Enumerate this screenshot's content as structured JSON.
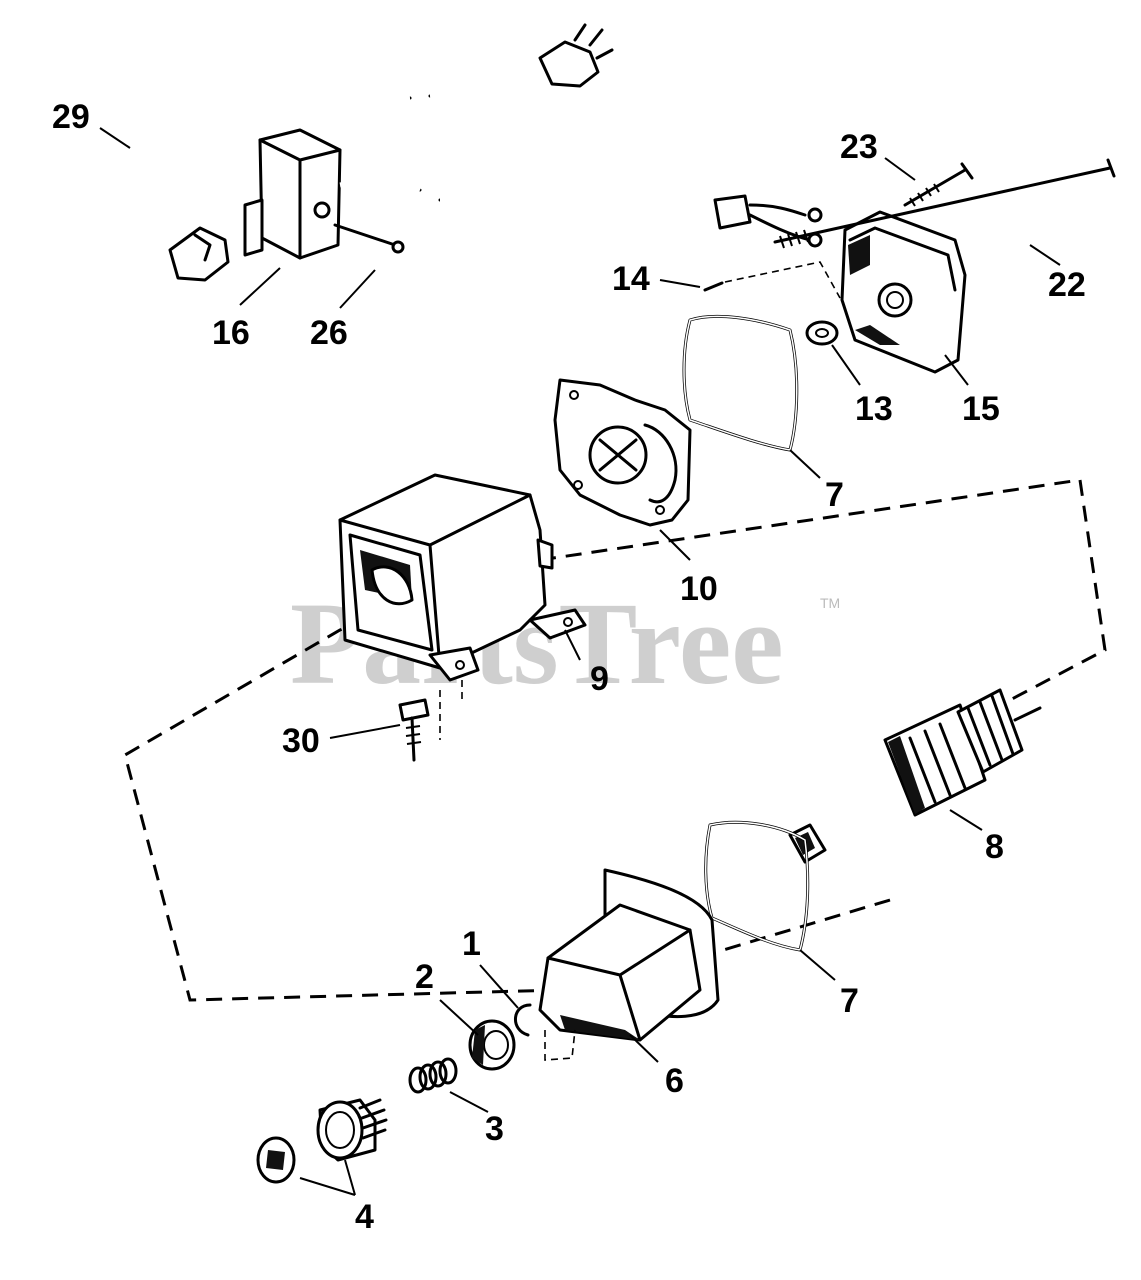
{
  "watermark": {
    "text": "PartsTree",
    "trademark": "TM"
  },
  "callouts": [
    {
      "id": "29",
      "text": "29"
    },
    {
      "id": "16",
      "text": "16"
    },
    {
      "id": "26",
      "text": "26"
    },
    {
      "id": "23",
      "text": "23"
    },
    {
      "id": "22",
      "text": "22"
    },
    {
      "id": "14",
      "text": "14"
    },
    {
      "id": "13",
      "text": "13"
    },
    {
      "id": "15",
      "text": "15"
    },
    {
      "id": "7a",
      "text": "7"
    },
    {
      "id": "10",
      "text": "10"
    },
    {
      "id": "9",
      "text": "9"
    },
    {
      "id": "30",
      "text": "30"
    },
    {
      "id": "8",
      "text": "8"
    },
    {
      "id": "7b",
      "text": "7"
    },
    {
      "id": "1",
      "text": "1"
    },
    {
      "id": "2",
      "text": "2"
    },
    {
      "id": "6",
      "text": "6"
    },
    {
      "id": "3",
      "text": "3"
    },
    {
      "id": "4",
      "text": "4"
    }
  ]
}
